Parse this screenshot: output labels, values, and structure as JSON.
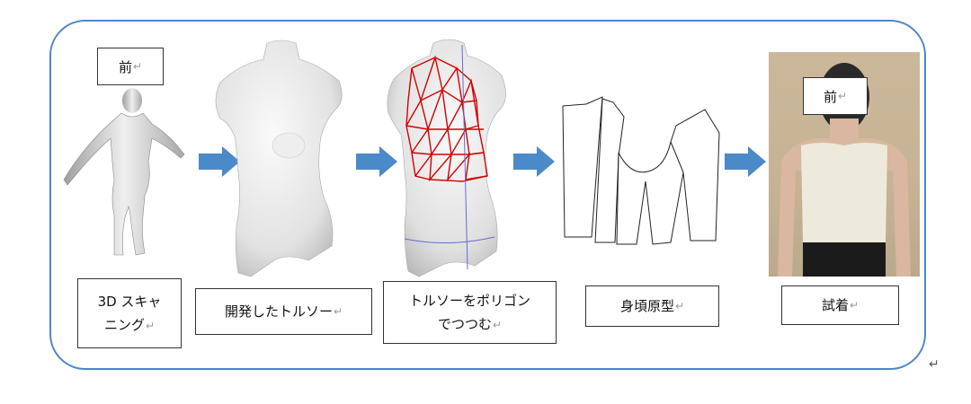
{
  "colors": {
    "frame": "#4f86c6",
    "arrow": "#4a8ac9",
    "polygon": "#d40000",
    "guide": "#6a6ad0"
  },
  "steps": [
    {
      "label_line1": "3D スキャ",
      "label_line2": "ニング",
      "tag": "前"
    },
    {
      "label_line1": "開発したトルソー",
      "label_line2": ""
    },
    {
      "label_line1": "トルソーをポリゴン",
      "label_line2": "でつつむ"
    },
    {
      "label_line1": "身頃原型",
      "label_line2": ""
    },
    {
      "label_line1": "試着",
      "label_line2": "",
      "tag": "前"
    }
  ],
  "return_mark": "↵",
  "icons": [
    "right-arrow-icon",
    "return-mark-icon"
  ]
}
